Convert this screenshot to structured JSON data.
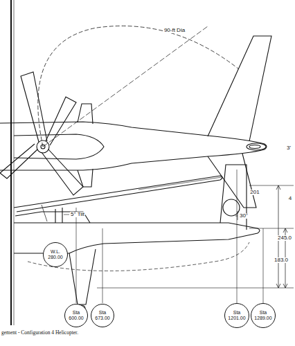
{
  "diagram": {
    "caption": "gement - Configuration 4 Helicopter.",
    "nodes": [
      {
        "text": [
          "W.L. 280.00"
        ]
      },
      {
        "text": [
          "Sta 600.00"
        ]
      },
      {
        "text": [
          "Sta 673.00"
        ]
      },
      {
        "text": [
          "Sta 1201.00"
        ]
      },
      {
        "text": [
          "Sta 1289.00"
        ]
      }
    ],
    "labels": [
      "90-ft Dia",
      "3'",
      "30°",
      "5° Tilt",
      "201",
      "4",
      "245.0",
      "183.0"
    ]
  }
}
